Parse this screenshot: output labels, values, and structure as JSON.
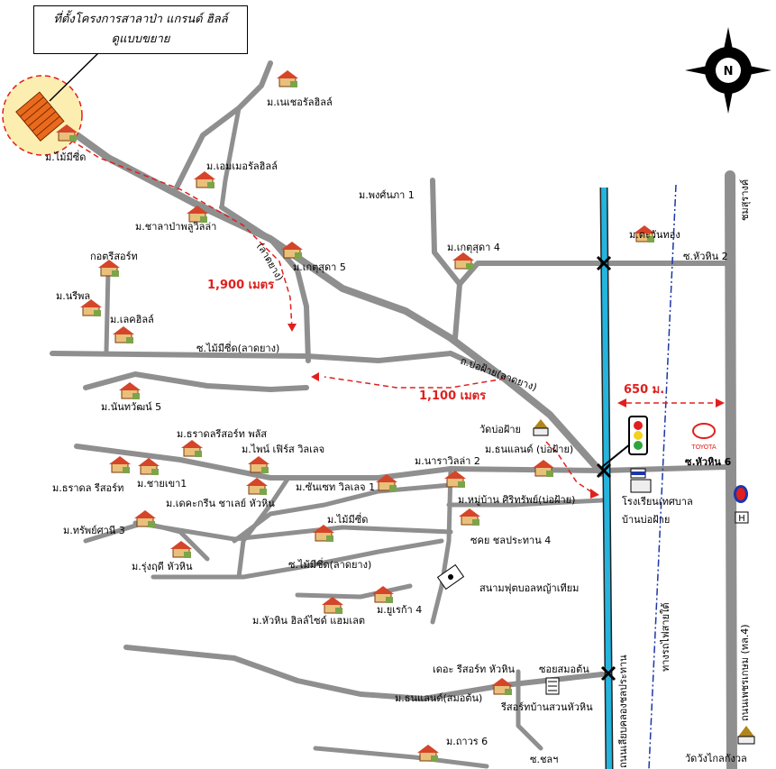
{
  "title": {
    "line1": "ที่ตั้งโครงการสาลาป่า แกรนด์ ฮิลล์",
    "line2": "ดูแบบขยาย"
  },
  "compass": {
    "label": "N"
  },
  "distances": {
    "d1900": "1,900 เมตร",
    "d1100": "1,100 เมตร",
    "d650": "650 ม."
  },
  "roads": {
    "soi_maimiseed_ladyang_1": "ซ.ไม้มีซี่ด(ลาดยาง)",
    "ladyang_vertical": "(ลาดยาง)",
    "tho_bophai": "ถ.บ่อฝ้าย(ลาดยาง)",
    "soi_maimiseed_ladyang_2": "ซ.ไม้มีซี่ด(ลาดยาง)",
    "soi_huahin_2": "ซ.หัวหิน 2",
    "soi_huahin_6": "ซ.หัวหิน 6",
    "soi_somortan": "ซอยสมอต้น",
    "soi_chon": "ซ.ชลฯ",
    "khlong": "ถนนเลียบคลองชลประทาน",
    "railway": "ทางรถไฟสายใต้",
    "phetkasem": "ถนนเพชรเกษม (ทล.4)",
    "chomsurang": "ชมสุรางค์"
  },
  "places": {
    "mai_mi_seed_village": "ม.ไม้มีซี่ด",
    "never_hill": "ม.เนเชอรัลฮิลล์",
    "emerald_hill": "ม.เอมเมอรัลฮิลล์",
    "sala_pa": "ม.ชาลาป่าพลูวิลล่า",
    "pongphana": "ม.พงศ์นภา 1",
    "kettsuda4": "ม.เกตุสุดา 4",
    "kettsuda5": "ม.เกตุสุดา 5",
    "tawanthong": "ม.ตะวันทอง",
    "golf_resort": "กอตรีสอร์ท",
    "nareepol": "ม.นรีพล",
    "lake_hill": "ม.เลคฮิลล์",
    "nanthawat5": "ม.นันทวัฒน์ 5",
    "wat_bophai": "วัดบ่อฝ้าย",
    "daradret_plus": "ม.ธราดลรีสอร์ท พลัส",
    "pine_first": "ม.ไพน์ เฟิร์ส วิลเลจ",
    "narawila2": "ม.นาราวิลล่า 2",
    "thanaland_bophai": "ม.ธนแลนด์ (บ่อฝ้าย)",
    "daradon_resort": "ม.ธราดล รีสอร์ท",
    "chaikhao1": "ม.ชายเขา1",
    "dekhagreen": "ม.เดคะกรีน ชาเลย์ หัวหิน",
    "sunset_village": "ม.ซันเซท วิลเลจ 1",
    "muban_sirisap": "ม.หมู่บ้าน ศิริทรัพย์(บ่อฝ้าย)",
    "school": "โรงเรียนเทศบาล",
    "school2": "บ้านบ่อฝ้าย",
    "sapsuni3": "ม.ทรัพย์ศานี 3",
    "mai_mi_seed2": "ม.ไม้มีซี่ด",
    "chonprathan": "ซคย ชลประทาน 4",
    "rungrudee": "ม.รุ่งฤดี หัวหิน",
    "football": "สนามฟุตบอลหญ้าเทียม",
    "huahin_hillside": "ม.หัวหิน ฮิลล์ไซด์ แฮมเลต",
    "eureka4": "ม.ยูเรก้า 4",
    "the_resort": "เดอะ รีสอร์ท หัวหิน",
    "thanaland_somortan": "ม.ธนแลนด์(สมอต้น)",
    "resort_suan": "รีสอร์ทบ้านสวนหัวหิน",
    "mathan6": "ม.ถาวร 6",
    "wat_wangklaikangwon": "วัดวังไกลกังวล",
    "toyota": "TOYOTA"
  }
}
